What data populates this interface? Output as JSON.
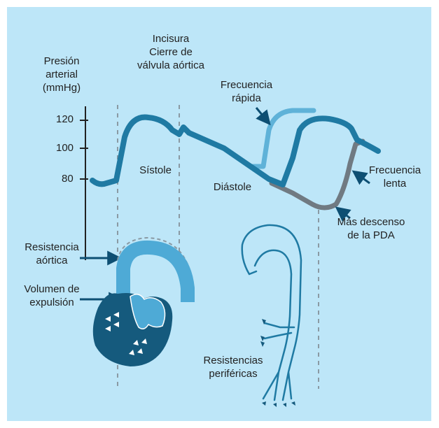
{
  "labels": {
    "pressure_axis": [
      "Presión",
      "arterial",
      "(mmHg)"
    ],
    "incisura": [
      "Incisura",
      "Cierre de",
      "válvula aórtica"
    ],
    "freq_rapid": [
      "Frecuencia",
      "rápida"
    ],
    "freq_slow": [
      "Frecuencia",
      "lenta"
    ],
    "systole": "Sístole",
    "diastole": "Diástole",
    "pda_descent": [
      "Más descenso",
      "de la PDA"
    ],
    "aortic_resistance": [
      "Resistencia",
      "aórtica"
    ],
    "stroke_volume": [
      "Volumen de",
      "expulsión"
    ],
    "peripheral_resistance": [
      "Resistencias",
      "periféricas"
    ]
  },
  "axis_ticks": [
    "120",
    "100",
    "80"
  ],
  "colors": {
    "background": "#bde6f8",
    "wave_dark": "#1f7aa3",
    "wave_light": "#5fb2d8",
    "wave_gray": "#707a82",
    "arrow": "#0d4f73",
    "dash": "#8a9aa4",
    "heart": "#155a7d"
  }
}
